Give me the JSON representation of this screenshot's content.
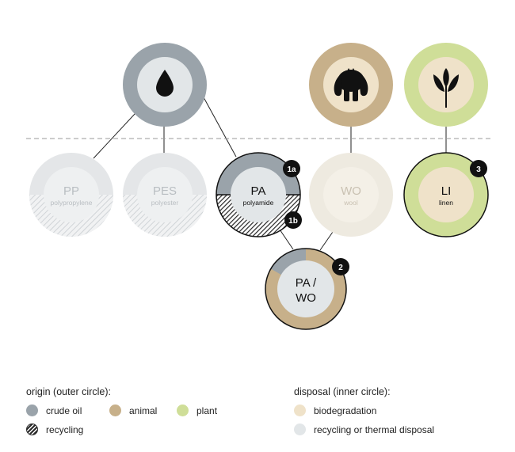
{
  "colors": {
    "crude_oil": "#9aa3aa",
    "animal": "#c7b08a",
    "plant": "#cfde98",
    "biodegradation": "#efe2c9",
    "recycling_thermal": "#e2e6e8",
    "dark": "#111111",
    "faded_outer": "#e4e6e8",
    "faded_inner": "#eef0f1",
    "faded_wool_outer": "#eeeae0",
    "faded_wool_inner": "#f4f0e7"
  },
  "source_icons": [
    {
      "name": "crude-oil-source",
      "icon": "oil-drop-icon"
    },
    {
      "name": "animal-source",
      "icon": "sheep-icon"
    },
    {
      "name": "plant-source",
      "icon": "flax-plant-icon"
    }
  ],
  "materials": [
    {
      "key": "pp",
      "abbr": "PP",
      "full": "polypropylene"
    },
    {
      "key": "pes",
      "abbr": "PES",
      "full": "polyester"
    },
    {
      "key": "pa",
      "abbr": "PA",
      "full": "polyamide",
      "badge_top": "1a",
      "badge_bottom": "1b"
    },
    {
      "key": "wo",
      "abbr": "WO",
      "full": "wool"
    },
    {
      "key": "li",
      "abbr": "LI",
      "full": "linen",
      "badge_top": "3"
    },
    {
      "key": "pawo",
      "abbr_line1": "PA /",
      "abbr_line2": "WO",
      "badge_top": "2"
    }
  ],
  "legend": {
    "origin_title": "origin (outer circle):",
    "disposal_title": "disposal (inner circle):",
    "origin_items": [
      {
        "label": "crude oil"
      },
      {
        "label": "animal"
      },
      {
        "label": "plant"
      },
      {
        "label": "recycling"
      }
    ],
    "disposal_items": [
      {
        "label": "biodegradation"
      },
      {
        "label": "recycling or thermal disposal"
      }
    ]
  }
}
